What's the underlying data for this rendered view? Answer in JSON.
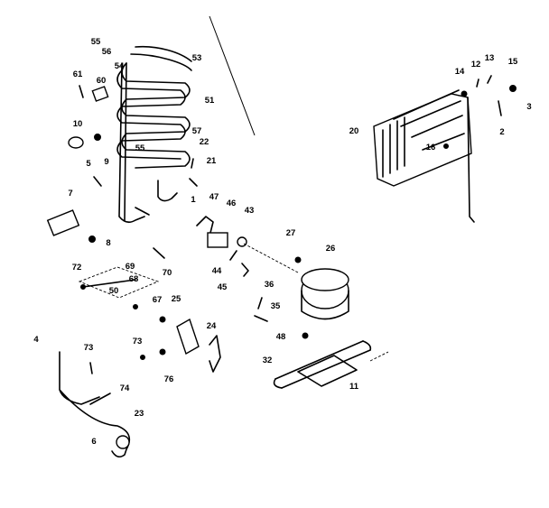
{
  "labels": {
    "l55": "55",
    "l56": "56",
    "l54": "54",
    "l53": "53",
    "l61": "61",
    "l60": "60",
    "l51": "51",
    "l10": "10",
    "l9": "9",
    "l57": "57",
    "l55b": "55",
    "l22": "22",
    "l5": "5",
    "l21": "21",
    "l1": "1",
    "l7": "7",
    "l47": "47",
    "l46": "46",
    "l43": "43",
    "l8": "8",
    "l27": "27",
    "l26": "26",
    "l44": "44",
    "l45": "45",
    "l72": "72",
    "l69": "69",
    "l68": "68",
    "l70": "70",
    "l50": "50",
    "l36": "36",
    "l67": "67",
    "l25": "25",
    "l35": "35",
    "l4": "4",
    "l73": "73",
    "l73b": "73",
    "l24": "24",
    "l48": "48",
    "l76": "76",
    "l32": "32",
    "l74": "74",
    "l11": "11",
    "l23": "23",
    "l6": "6",
    "l14": "14",
    "l12": "12",
    "l13": "13",
    "l15": "15",
    "l20": "20",
    "l16": "16",
    "l2": "2",
    "l3": "3"
  }
}
